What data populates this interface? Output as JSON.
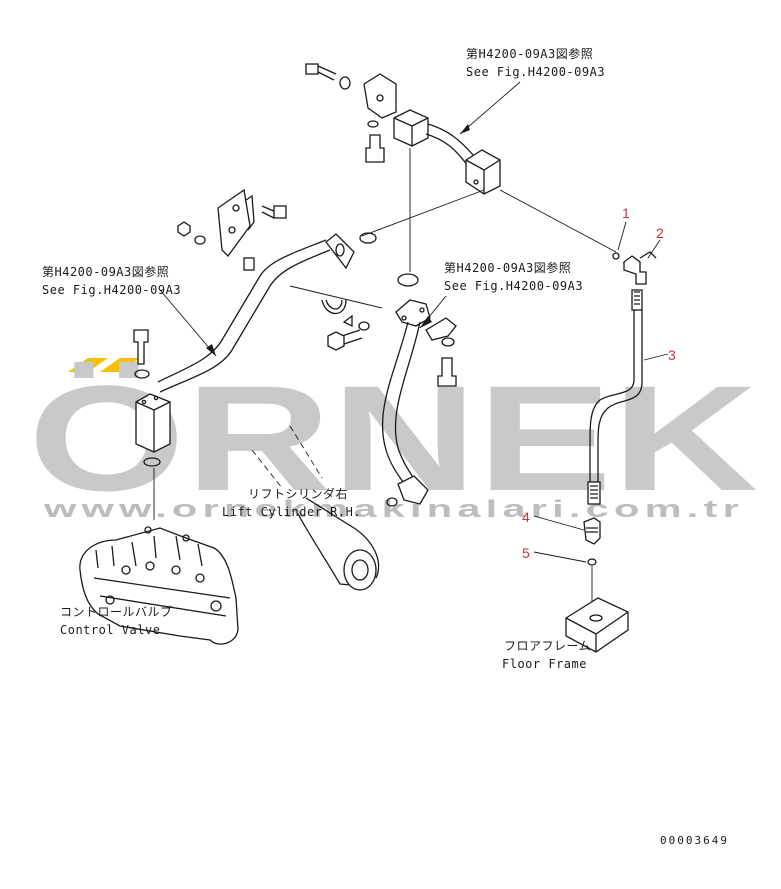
{
  "watermark": {
    "brand": "ÖRNEK",
    "url": "www.ornekmakinalari.com.tr",
    "accent_color": "#f2c200"
  },
  "labels": {
    "ref_top_jp": "第H4200-09A3図参照",
    "ref_top_en": "See Fig.H4200-09A3",
    "ref_left_jp": "第H4200-09A3図参照",
    "ref_left_en": "See Fig.H4200-09A3",
    "ref_mid_jp": "第H4200-09A3図参照",
    "ref_mid_en": "See Fig.H4200-09A3",
    "lift_cyl_jp": "リフトシリンダ右",
    "lift_cyl_en": "Lift Cylinder R.H.",
    "control_valve_jp": "コントロールバルブ",
    "control_valve_en": "Control Valve",
    "floor_frame_jp": "フロアフレーム",
    "floor_frame_en": "Floor Frame"
  },
  "part_numbers": [
    "1",
    "2",
    "3",
    "4",
    "5"
  ],
  "drawing_code": "00003649",
  "colors": {
    "line": "#1a1a1a",
    "callout": "#c8323c",
    "watermark": "#c9c9c9"
  }
}
